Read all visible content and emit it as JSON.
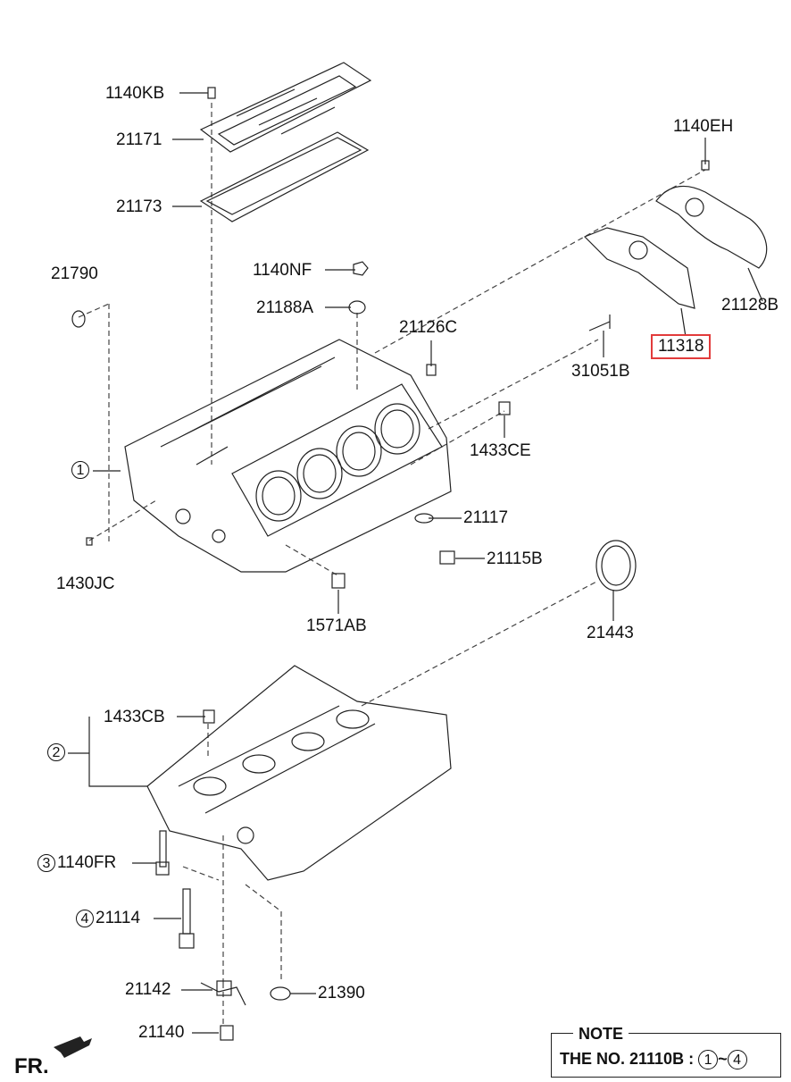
{
  "parts": {
    "p1140kb": "1140KB",
    "p21171": "21171",
    "p21173": "21173",
    "p21790": "21790",
    "p1140nf": "1140NF",
    "p21188a": "21188A",
    "p21126c": "21126C",
    "p1140eh": "1140EH",
    "p21128b": "21128B",
    "p11318": "11318",
    "p31051b": "31051B",
    "p1433ce": "1433CE",
    "p21117": "21117",
    "p21115b": "21115B",
    "p1430jc": "1430JC",
    "p1571ab": "1571AB",
    "p21443": "21443",
    "p1433cb": "1433CB",
    "p1140fr": "1140FR",
    "p21114": "21114",
    "p21142": "21142",
    "p21390": "21390",
    "p21140": "21140"
  },
  "refs": {
    "r1": "1",
    "r2": "2",
    "r3": "3",
    "r4": "4",
    "r1_note": "1",
    "r4_note": "4"
  },
  "note": {
    "title": "NOTE",
    "text_before": "THE NO. 21110B :",
    "tilde": "~"
  },
  "direction": "FR.",
  "highlight_color": "#e23b3b"
}
